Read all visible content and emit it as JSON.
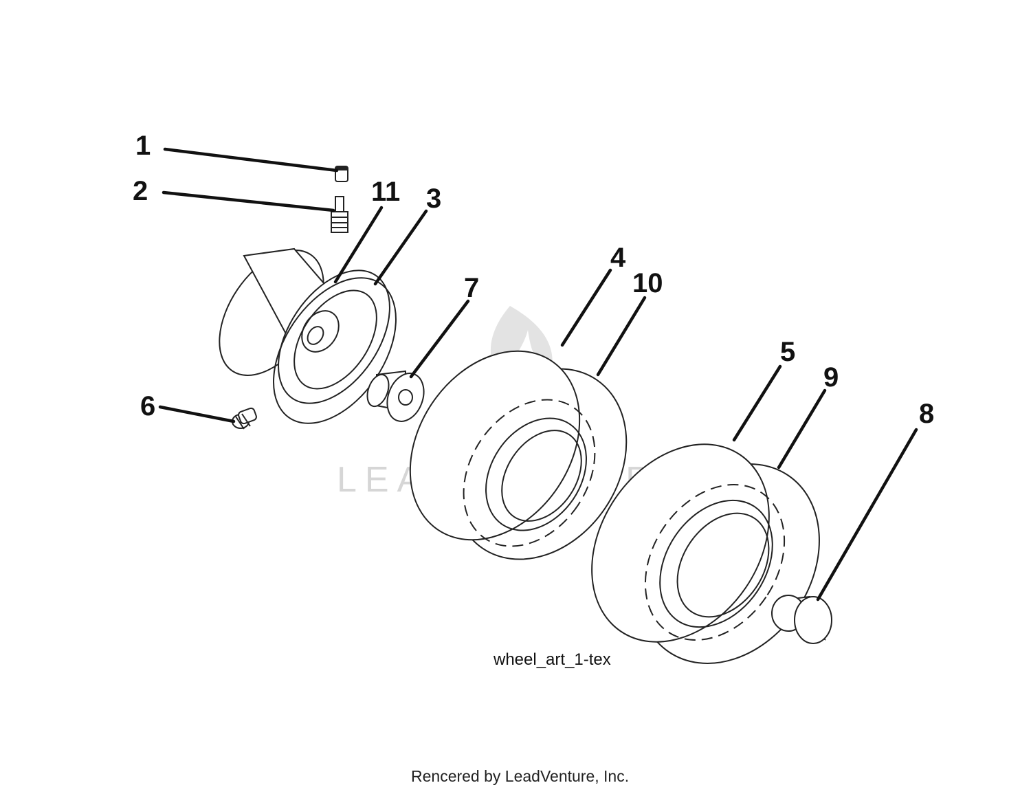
{
  "diagram": {
    "callouts": [
      "1",
      "2",
      "11",
      "3",
      "4",
      "10",
      "7",
      "5",
      "9",
      "8",
      "6"
    ],
    "art_label": "wheel_art_1-tex",
    "watermark": "LEADVENTURE",
    "footer": "Rencered by LeadVenture, Inc."
  }
}
